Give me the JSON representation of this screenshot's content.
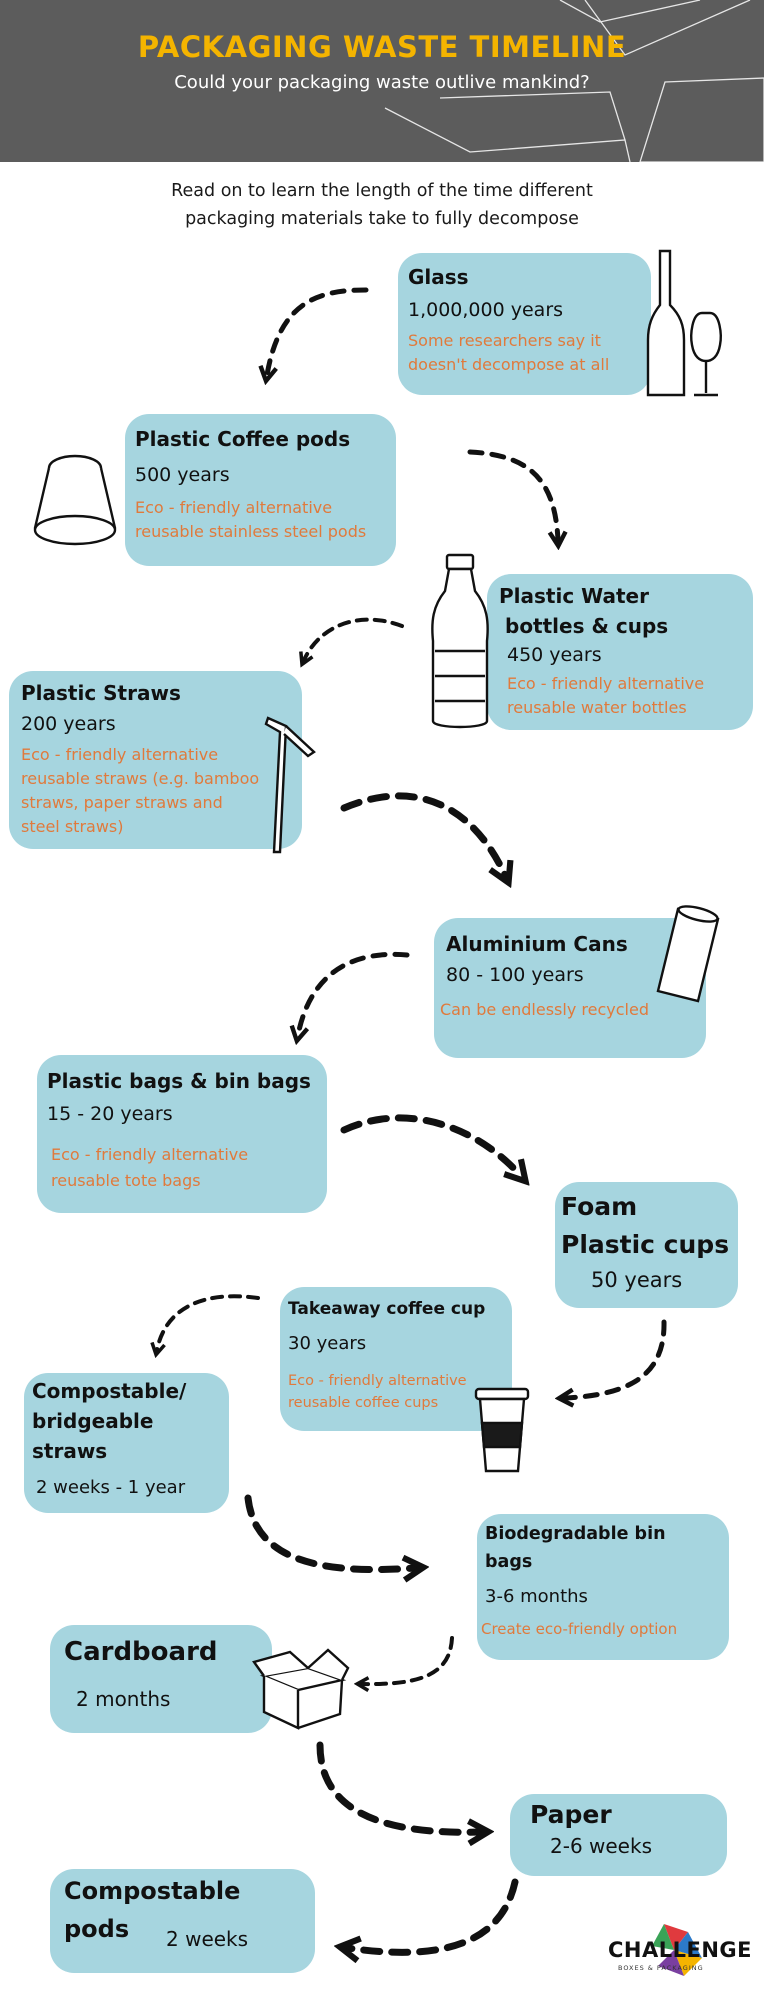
{
  "header": {
    "title": "PACKAGING WASTE TIMELINE",
    "subtitle": "Could your packaging waste outlive mankind?"
  },
  "intro": {
    "line1": "Read on to learn the length of the time different",
    "line2": "packaging materials take to fully decompose"
  },
  "items": {
    "glass": {
      "name": "Glass",
      "duration": "1,000,000 years",
      "note1": "Some researchers say it",
      "note2": "doesn't decompose at all"
    },
    "coffee_pods": {
      "name": "Plastic Coffee pods",
      "duration": "500 years",
      "note1": "Eco - friendly alternative",
      "note2": "reusable stainless steel pods"
    },
    "water_bottles": {
      "name1": "Plastic Water",
      "name2": "bottles & cups",
      "duration": "450 years",
      "note1": "Eco - friendly alternative",
      "note2": "reusable water bottles"
    },
    "straws": {
      "name": "Plastic Straws",
      "duration": "200 years",
      "note1": "Eco - friendly alternative",
      "note2": "reusable straws (e.g. bamboo",
      "note3": "straws, paper straws and",
      "note4": "steel straws)"
    },
    "cans": {
      "name": "Aluminium Cans",
      "duration": "80 - 100 years",
      "note1": "Can be endlessly recycled"
    },
    "bags": {
      "name": "Plastic bags & bin bags",
      "duration": "15 - 20 years",
      "note1": "Eco - friendly alternative",
      "note2": "reusable tote bags"
    },
    "foam": {
      "name1": "Foam",
      "name2": "Plastic cups",
      "duration": "50 years"
    },
    "takeaway": {
      "name": "Takeaway coffee cup",
      "duration": "30 years",
      "note1": "Eco - friendly alternative",
      "note2": "reusable coffee cups"
    },
    "compostable_straws": {
      "name1": "Compostable/",
      "name2": "bridgeable",
      "name3": "straws",
      "duration": "2 weeks - 1 year"
    },
    "bin_bags": {
      "name1": "Biodegradable bin",
      "name2": "bags",
      "duration": "3-6 months",
      "note1": "Create eco-friendly option"
    },
    "cardboard": {
      "name": "Cardboard",
      "duration": "2 months"
    },
    "paper": {
      "name": "Paper",
      "duration": "2-6 weeks"
    },
    "compostable_pods": {
      "name1": "Compostable",
      "name2": "pods",
      "duration": "2 weeks"
    }
  },
  "logo": {
    "word": "CHALLENGE",
    "sub": "BOXES & PACKAGING"
  },
  "colors": {
    "header_bg": "#5c5c5c",
    "title": "#f4b400",
    "card_bg": "#a6d5df",
    "note": "#e07a3c"
  }
}
